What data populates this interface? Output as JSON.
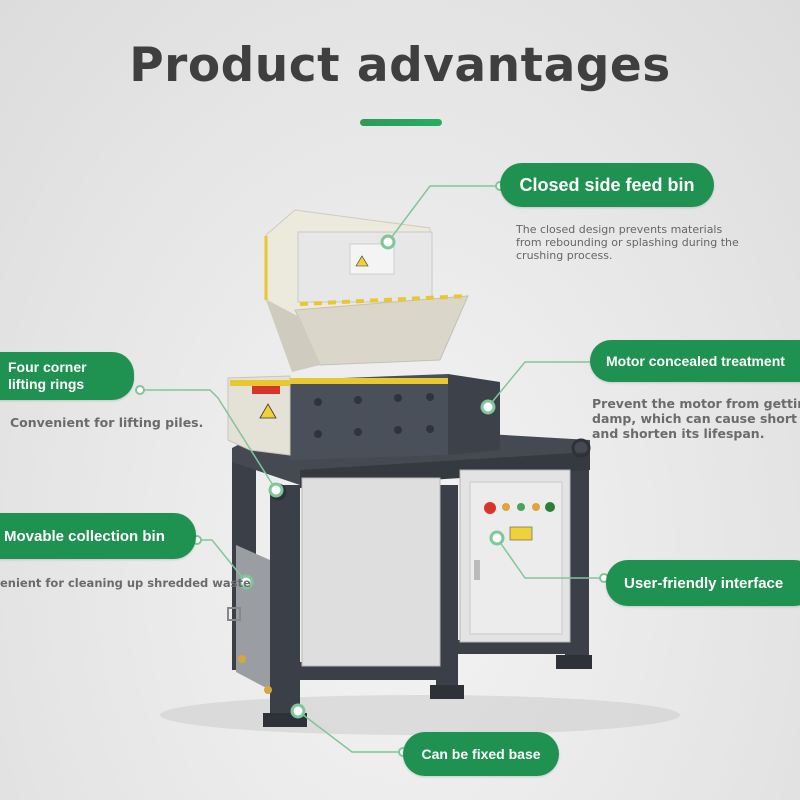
{
  "title": "Product advantages",
  "accent_color": "#1f9150",
  "features": {
    "closed_feed_bin": {
      "label": "Closed side feed bin",
      "description_lines": [
        "The closed design prevents materials",
        "from rebounding or splashing during the",
        "crushing process."
      ]
    },
    "lifting_rings": {
      "label_lines": [
        "Four corner",
        "lifting rings"
      ],
      "description": "Convenient for lifting piles."
    },
    "motor": {
      "label": "Motor concealed treatment",
      "description_lines": [
        "Prevent the motor from getting",
        "damp, which can cause short ci",
        "and shorten its lifespan."
      ]
    },
    "collection_bin": {
      "label": "Movable collection bin",
      "description": "enient for cleaning up shredded waste"
    },
    "interface": {
      "label": "User-friendly interface"
    },
    "base": {
      "label": "Can be fixed base"
    }
  }
}
